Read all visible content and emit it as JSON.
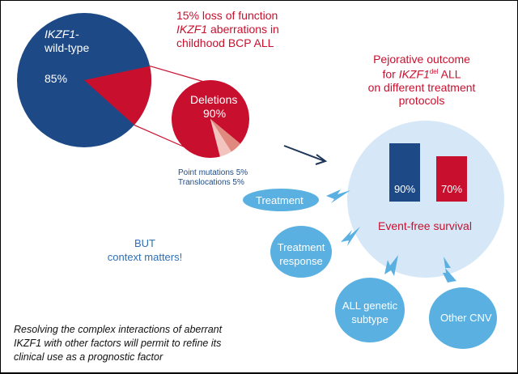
{
  "header": {
    "line1": "15% loss of function",
    "line2_italic": "IKZF1",
    "line2_rest": " aberrations in",
    "line3": "childhood BCP ALL"
  },
  "wildtype": {
    "label_italic": "IKZF1",
    "label_suffix": "-",
    "label2": "wild-type",
    "percent": "85%",
    "share": 0.85
  },
  "aberrations": {
    "deletions_label": "Deletions",
    "deletions_percent": "90%",
    "point_mutations": "Point mutations 5%",
    "translocations": "Translocations 5%",
    "shares": [
      0.9,
      0.05,
      0.05
    ]
  },
  "outcome": {
    "line1": "Pejorative outcome",
    "line2_pre": "for ",
    "line2_italic": "IKZF1",
    "line2_sup": "del",
    "line2_post": " ALL",
    "line3": "on different treatment",
    "line4": "protocols"
  },
  "chart_data": {
    "type": "bar",
    "categories": [
      "",
      ""
    ],
    "values": [
      90,
      70
    ],
    "labels": [
      "90%",
      "70%"
    ],
    "colors": [
      "#1d4a87",
      "#c8102e"
    ],
    "xlabel": "Event-free survival",
    "ylim": [
      0,
      100
    ]
  },
  "factors": {
    "treatment": "Treatment",
    "response_line1": "Treatment",
    "response_line2": "response",
    "genetic_line1": "ALL genetic",
    "genetic_line2": "subtype",
    "cnv": "Other CNV"
  },
  "but": {
    "line1": "BUT",
    "line2": "context matters!"
  },
  "conclusion": {
    "line1": "Resolving the complex interactions of aberrant",
    "line2": "IKZF1 with other factors will permit to refine its",
    "line3": "clinical use as a prognostic factor"
  },
  "colors": {
    "dark_blue": "#1d4a87",
    "red": "#c8102e",
    "light_blue": "#d6e8f7",
    "factor_blue": "#5ab0e0",
    "pink1": "#e0897f",
    "pink2": "#f2c4bd"
  }
}
